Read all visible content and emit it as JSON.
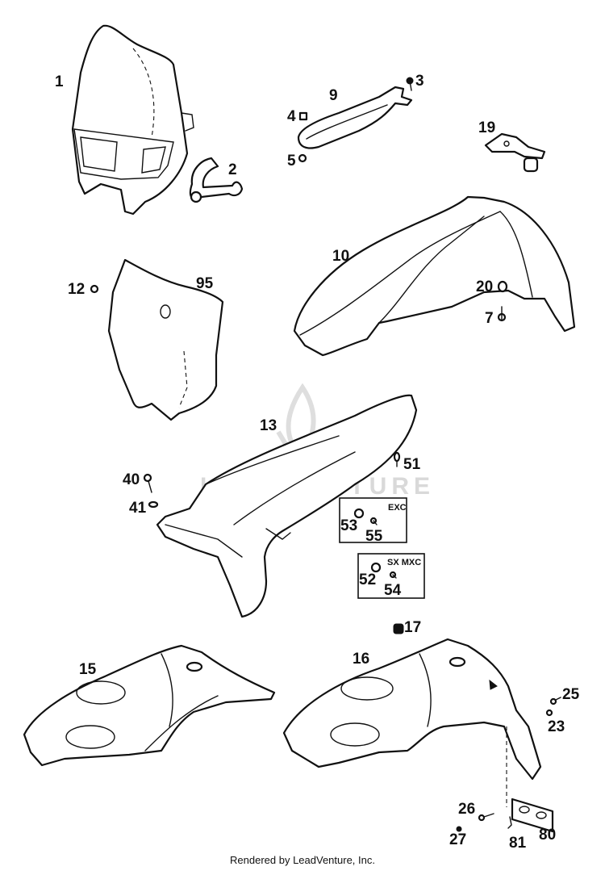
{
  "callouts": {
    "c1": "1",
    "c2": "2",
    "c3": "3",
    "c4": "4",
    "c5": "5",
    "c7": "7",
    "c9": "9",
    "c10": "10",
    "c12": "12",
    "c13": "13",
    "c15": "15",
    "c16": "16",
    "c17": "17",
    "c19": "19",
    "c20": "20",
    "c23": "23",
    "c25": "25",
    "c26": "26",
    "c27": "27",
    "c40": "40",
    "c41": "41",
    "c51": "51",
    "c52": "52",
    "c53": "53",
    "c54": "54",
    "c55": "55",
    "c80": "80",
    "c81": "81",
    "c95": "95"
  },
  "boxes": {
    "exc": "EXC",
    "sx_mxc": "SX MXC"
  },
  "watermark": "LEADVENTURE",
  "footer": "Rendered by LeadVenture, Inc."
}
